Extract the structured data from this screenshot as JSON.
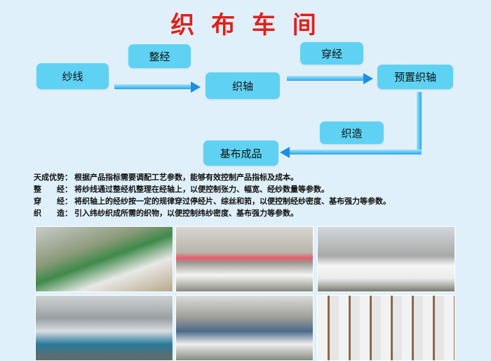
{
  "title": "织 布 车 间",
  "flow": {
    "nodes": [
      "纱线",
      "织轴",
      "预置织轴",
      "基布成品"
    ],
    "steps": [
      "整经",
      "穿经",
      "织造"
    ]
  },
  "descriptions": [
    {
      "label": "天成优势：",
      "text": "根据产品指标需要调配工艺参数，能够有效控制产品指标及成本。"
    },
    {
      "label": "整　　经：",
      "text": "将纱线通过整经机整理在经轴上，以便控制张力、幅宽、经纱数量等参数。"
    },
    {
      "label": "穿　　经：",
      "text": "将织轴上的经纱按一定的规律穿过停经片、综丝和筘，以便控制经纱密度、基布强力等参数。"
    },
    {
      "label": "织　　造：",
      "text": "引入纬纱织成所需的织物，以便控制纬纱密度、基布强力等参数。"
    }
  ],
  "colors": {
    "title": "#e0201c",
    "box": "#5fd2f3",
    "arrow": "#1e8fe0",
    "background": "#dff0fa"
  }
}
